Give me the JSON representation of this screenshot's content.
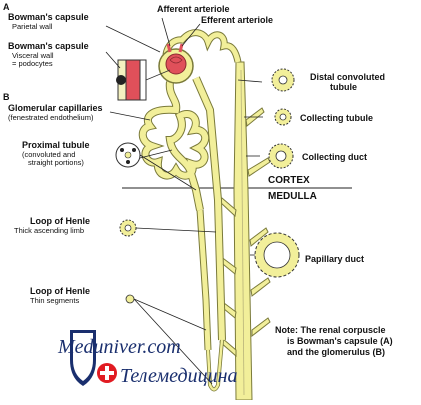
{
  "panel_a_marker": "A",
  "panel_b_marker": "B",
  "labels": {
    "bowmans_parietal_title": "Bowman's capsule",
    "bowmans_parietal_sub": "Parietal wall",
    "bowmans_visceral_title": "Bowman's capsule",
    "bowmans_visceral_sub1": "Visceral wall",
    "bowmans_visceral_sub2": "= podocytes",
    "glomerular_title": "Glomerular capillaries",
    "glomerular_sub": "(fenestrated endothelium)",
    "proximal_title": "Proximal tubule",
    "proximal_sub1": "(convoluted and",
    "proximal_sub2": "straight portions)",
    "henle_thick_title": "Loop of Henle",
    "henle_thick_sub": "Thick ascending limb",
    "henle_thin_title": "Loop of Henle",
    "henle_thin_sub": "Thin segments",
    "afferent": "Afferent arteriole",
    "efferent": "Efferent arteriole",
    "distal1": "Distal convoluted",
    "distal2": "tubule",
    "collecting_tubule": "Collecting tubule",
    "collecting_duct": "Collecting duct",
    "cortex": "CORTEX",
    "medulla": "MEDULLA",
    "papillary_duct": "Papillary duct"
  },
  "note": {
    "line1": "Note: The renal corpuscle",
    "line2": "is Bowman's capsule (A)",
    "line3": "and the glomerulus (B)"
  },
  "watermark": {
    "line1": "Meduniver.com",
    "line2": "Телемедицина"
  },
  "colors": {
    "tubule_fill": "#f2ef9a",
    "tubule_stroke": "#7a7a3a",
    "glomerulus_red": "#e0505a",
    "logo_red": "#e11b22",
    "logo_blue": "#1a2f6e"
  }
}
